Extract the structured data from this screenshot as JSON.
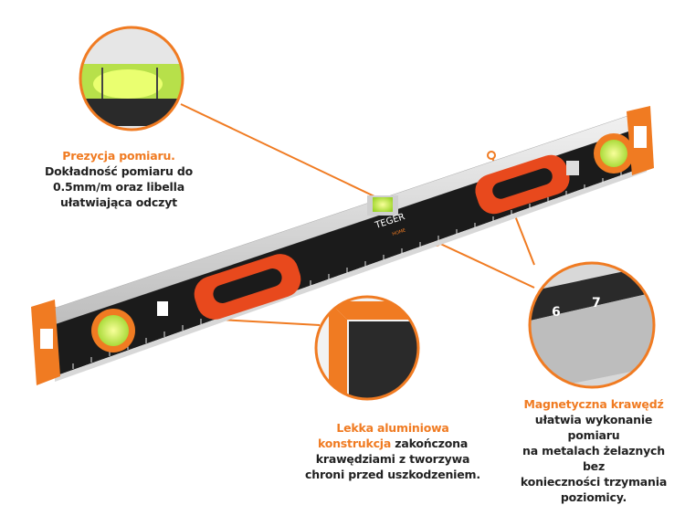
{
  "colors": {
    "accent": "#f07b22",
    "body": "#1b1b1b",
    "handle": "#e8491d",
    "text": "#222222"
  },
  "product": {
    "brand": "TEGER",
    "brand_sub": "HOME"
  },
  "callouts": {
    "precision": {
      "title": "Prezycja pomiaru.",
      "line1": "Dokładność pomiaru do",
      "line2": "0.5mm/m oraz libella",
      "line3": "ułatwiająca odczyt"
    },
    "construction": {
      "title_a": "Lekka aluminiowa",
      "title_b": "konstrukcja",
      "rest_b": " zakończona",
      "line3": "krawędziami z tworzywa",
      "line4": "chroni przed uszkodzeniem."
    },
    "magnetic": {
      "title": "Magnetyczna krawędź",
      "line1": "ułatwia wykonanie pomiaru",
      "line2": "na metalach żelaznych bez",
      "line3": "konieczności trzymania",
      "line4": "poziomicy."
    }
  },
  "ruler_marks": {
    "six": "6",
    "seven": "7"
  }
}
